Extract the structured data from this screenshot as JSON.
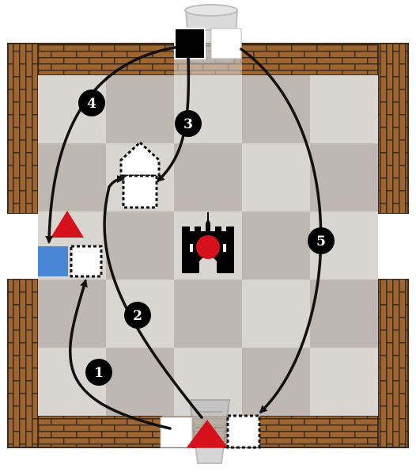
{
  "board": {
    "colors": {
      "wall_brick": "#a0662e",
      "wall_mortar": "#3b2a1a",
      "floor_light": "#d9d5d0",
      "floor_dark": "#bfb8b2",
      "path": "#111111",
      "red": "#d6111b",
      "blue": "#4a86d6",
      "black_tile": "#000000",
      "white_tile": "#ffffff"
    },
    "icons": [
      "castle-icon",
      "paint-bucket-icon",
      "bellows-icon",
      "triangle-icon",
      "house-icon"
    ],
    "steps": [
      {
        "label": "1"
      },
      {
        "label": "2"
      },
      {
        "label": "3"
      },
      {
        "label": "4"
      },
      {
        "label": "5"
      }
    ]
  }
}
